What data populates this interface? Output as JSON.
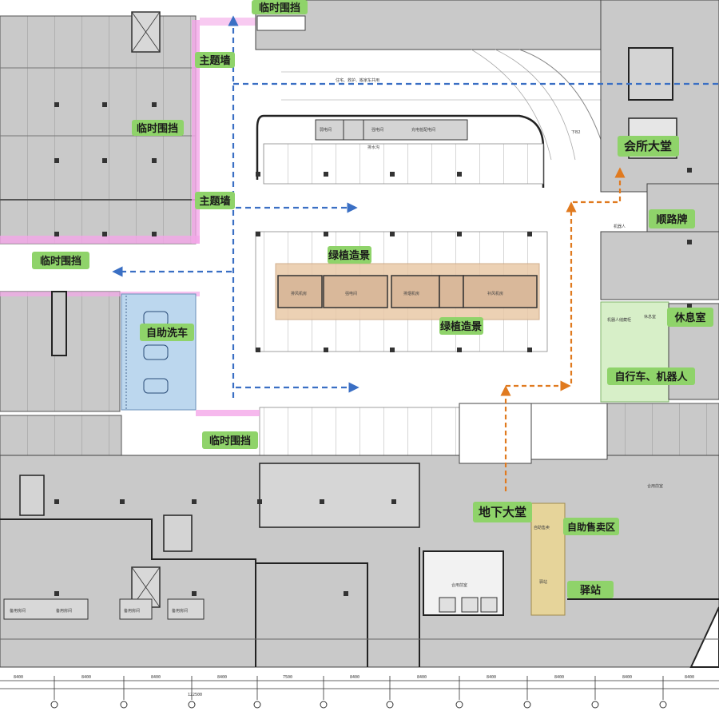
{
  "labels": {
    "temp_fence_top": "临时围挡",
    "temp_fence_left_mid": "临时围挡",
    "temp_fence_lower": "临时围挡",
    "temp_fence_left_edge": "临时围挡",
    "theme_wall_1": "主题墙",
    "theme_wall_2": "主题墙",
    "self_car_wash": "自助洗车",
    "green_landscape_1": "绿植造景",
    "green_landscape_2": "绿植造景",
    "club_lobby": "会所大堂",
    "guide_sign": "顺路牌",
    "rest_room": "休息室",
    "bike_robot_entry": "自行车、机器人",
    "underground_lobby": "地下大堂",
    "vending_area": "自助售卖区",
    "post_station": "驿站"
  },
  "rooms": {
    "fan_room": "排风机房",
    "distribution_room": "强电间",
    "fan_room_2": "排烟机房",
    "fan_room_3": "补风机房",
    "weak_room": "弱电间",
    "strong_room": "强电间",
    "charger_room": "充电桩配电间",
    "drain": "排水沟",
    "ramp_label": "下B2",
    "lift_hall_1": "合用前室",
    "lift_hall_2": "合用前室",
    "robot_room": "机器人储藏柜",
    "rest_small": "休息室",
    "vending": "自助售卖",
    "post": "驿站",
    "spare_1": "备用房间",
    "spare_2": "备用房间",
    "spare_3": "备用房间",
    "spare_4": "备用房间",
    "bike_room": "机器人",
    "corridor_note": "住宅、救护、搬家车共用"
  },
  "axis": {
    "dims": [
      "8400",
      "8400",
      "8400",
      "8400",
      "7500",
      "8400",
      "8400",
      "8400",
      "8400",
      "8400",
      "8400",
      "8400"
    ],
    "total": "122500"
  },
  "colors": {
    "green_tag": "#8fd36a",
    "blue_arrow": "#3a6fc4",
    "orange_arrow": "#e07a1f",
    "pink_fence": "#f4a6e8",
    "wash_blue": "#bcd7ee",
    "equip_tan": "#e9c9a8",
    "tan_strip": "#e6d49a",
    "green_zone": "#d7efc8",
    "building_gray": "#c9c9c9",
    "wall": "#2b2b2b"
  }
}
